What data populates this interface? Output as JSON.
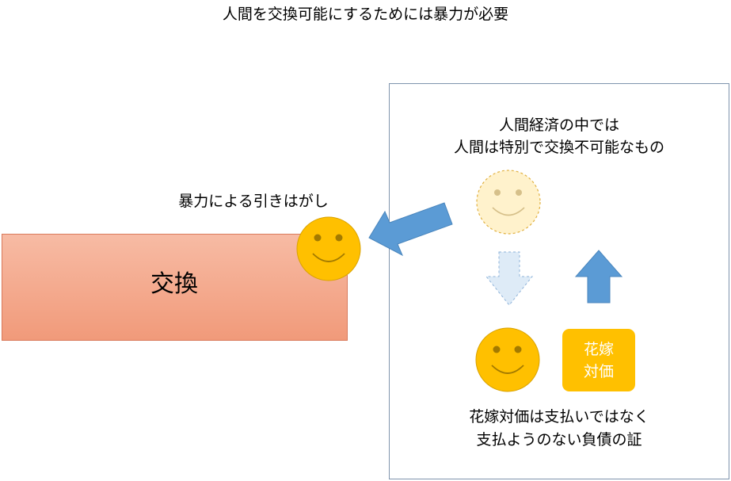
{
  "title": "人間を交換可能にするためには暴力が必要",
  "exchange": {
    "label": "交換"
  },
  "violence": {
    "label": "暴力による引きはがし"
  },
  "panel": {
    "top_lines": [
      "人間経済の中では",
      "人間は特別で交換不可能なもの"
    ],
    "bride_box_lines": [
      "花嫁",
      "対価"
    ],
    "bottom_lines": [
      "花嫁対価は支払いではなく",
      "支払ようのない負債の証"
    ]
  },
  "colors": {
    "exchange_fill_top": "#f7bba4",
    "exchange_fill_bottom": "#f19a7a",
    "face_yellow": "#ffc000",
    "face_faded": "#fff2cc",
    "arrow_blue": "#5b9bd5",
    "arrow_faded": "#deebf7",
    "panel_border": "#7f94ad"
  },
  "icons": [
    "smiley-face-icon",
    "faded-smiley-face-icon",
    "left-arrow-icon",
    "down-arrow-icon",
    "up-arrow-icon"
  ]
}
